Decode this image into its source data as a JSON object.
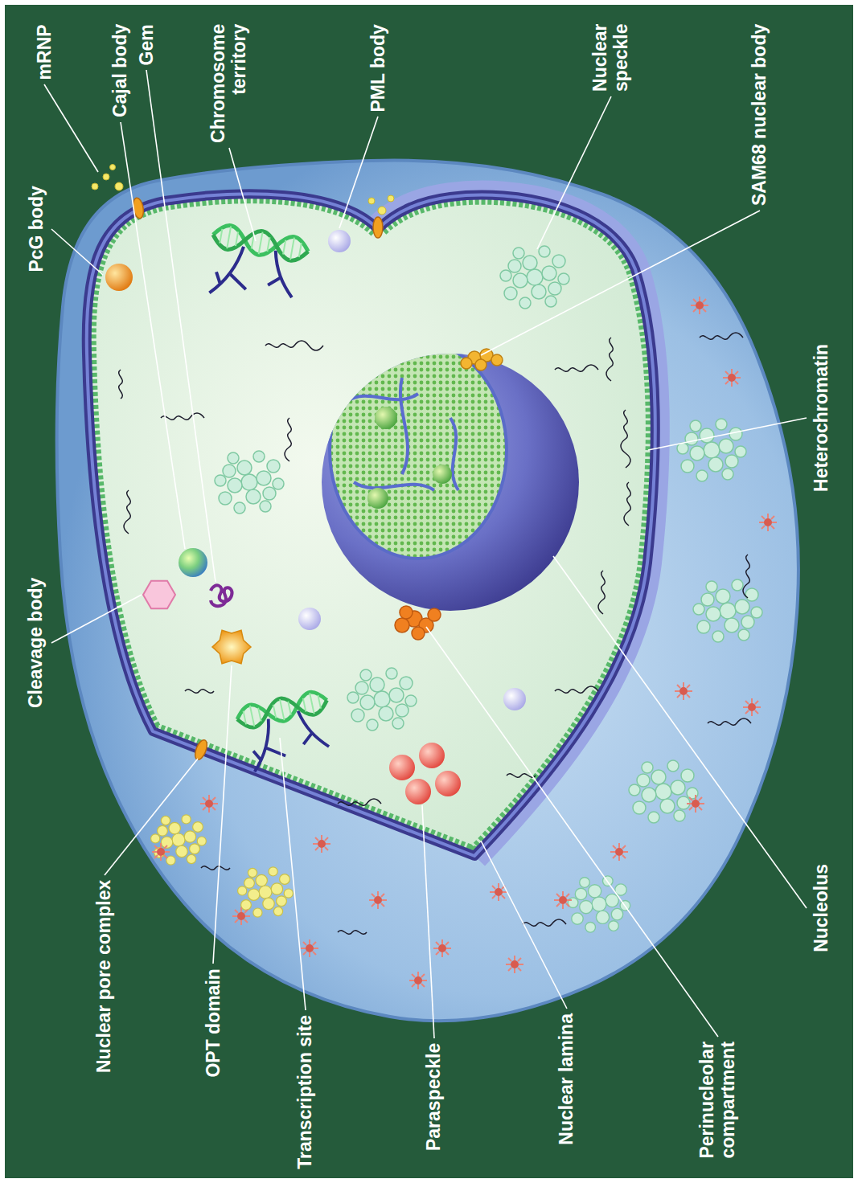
{
  "diagram": {
    "labels": [
      "mRNP",
      "PcG body",
      "Cajal body",
      "Gem",
      "Cleavage body",
      "Chromosome territory",
      "PML body",
      "Nuclear speckle",
      "SAM68 nuclear body",
      "Heterochromatin",
      "Nucleolus",
      "Perinucleolar compartment",
      "Nuclear lamina",
      "Paraspeckle",
      "Transcription site",
      "OPT domain",
      "Nuclear pore complex"
    ]
  }
}
